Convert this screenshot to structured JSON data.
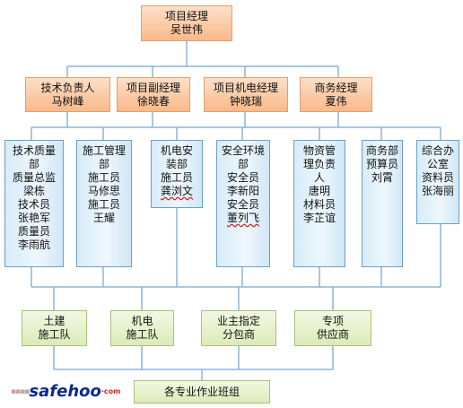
{
  "top": [
    "项目经理",
    "吴世伟"
  ],
  "managers": [
    [
      "技术负责人",
      "马树峰"
    ],
    [
      "项目副经理",
      "徐晓春"
    ],
    [
      "项目机电经理",
      "钟晓瑞"
    ],
    [
      "商务经理",
      "夏伟"
    ]
  ],
  "departments": [
    [
      "技术质量",
      "部",
      "质量总监",
      "梁栋",
      "技术员",
      "张艳军",
      "质量员",
      "李雨航"
    ],
    [
      "施工管理",
      "部",
      "施工员",
      "马修思",
      "施工员",
      "王耀"
    ],
    [
      "机电安",
      "装部",
      "施工员",
      "龚浏文"
    ],
    [
      "安全环境",
      "部",
      "安全员",
      "李新阳",
      "安全员",
      "董列飞"
    ],
    [
      "物资管",
      "理负责",
      "人",
      "唐明",
      "材料员",
      "李芷谊"
    ],
    [
      "商务部",
      "预算员",
      "刘霄"
    ],
    [
      "综合办",
      "公室",
      "资料员",
      "张海丽"
    ]
  ],
  "teams": [
    [
      "土建",
      "施工队"
    ],
    [
      "机电",
      "施工队"
    ],
    [
      "业主指定",
      "分包商"
    ],
    [
      "专项",
      "供应商"
    ]
  ],
  "bottom": "各专业作业班组",
  "watermark": {
    "dots": "▪▪▪▪",
    "safe": "safe",
    "hoo": "hoo",
    "com": "·com"
  },
  "colors": {
    "orange": "#f8b98a",
    "blue": "#d7ecf8",
    "green": "#dcebb8",
    "line": "#8fb3d9"
  }
}
